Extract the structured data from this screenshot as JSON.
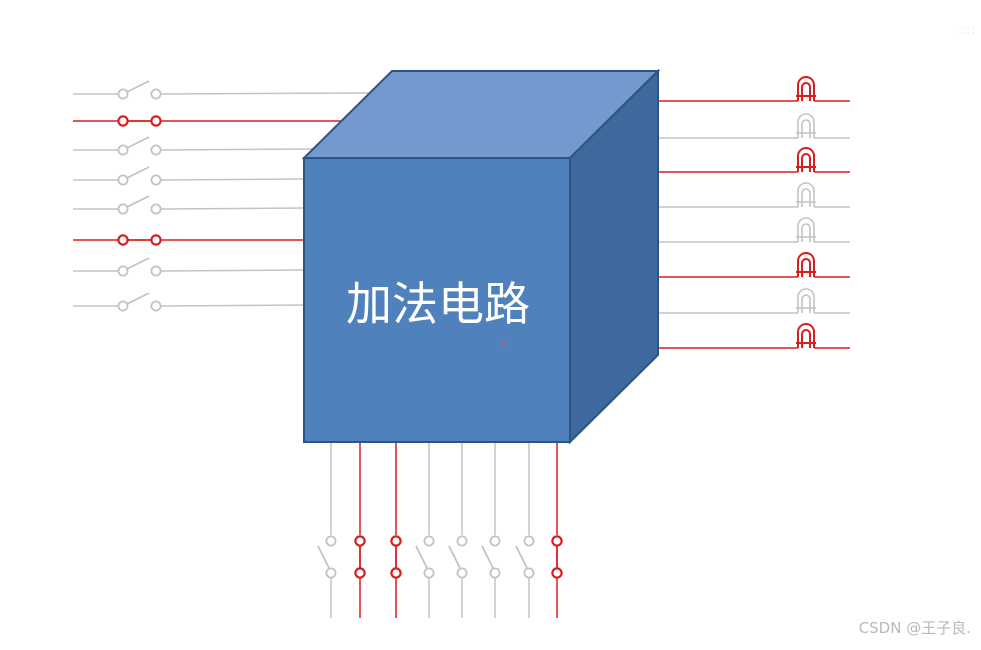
{
  "diagram": {
    "block_label": "加法电路",
    "colors": {
      "active": "#d81e1e",
      "inactive": "#c3c3c3",
      "cube_front": "#4f81bd",
      "cube_top": "#7399cf",
      "cube_side": "#3f689d",
      "cube_edge": "#2f5484"
    },
    "input_a_switches": [
      "off",
      "on",
      "off",
      "off",
      "off",
      "on",
      "off",
      "off"
    ],
    "input_b_switches": [
      "off",
      "on",
      "on",
      "off",
      "off",
      "off",
      "off",
      "on"
    ],
    "output_lamps": [
      "on",
      "off",
      "on",
      "off",
      "off",
      "on",
      "off",
      "on"
    ]
  },
  "watermark": {
    "top_text": "·∷∷",
    "text": "CSDN @王子良."
  }
}
